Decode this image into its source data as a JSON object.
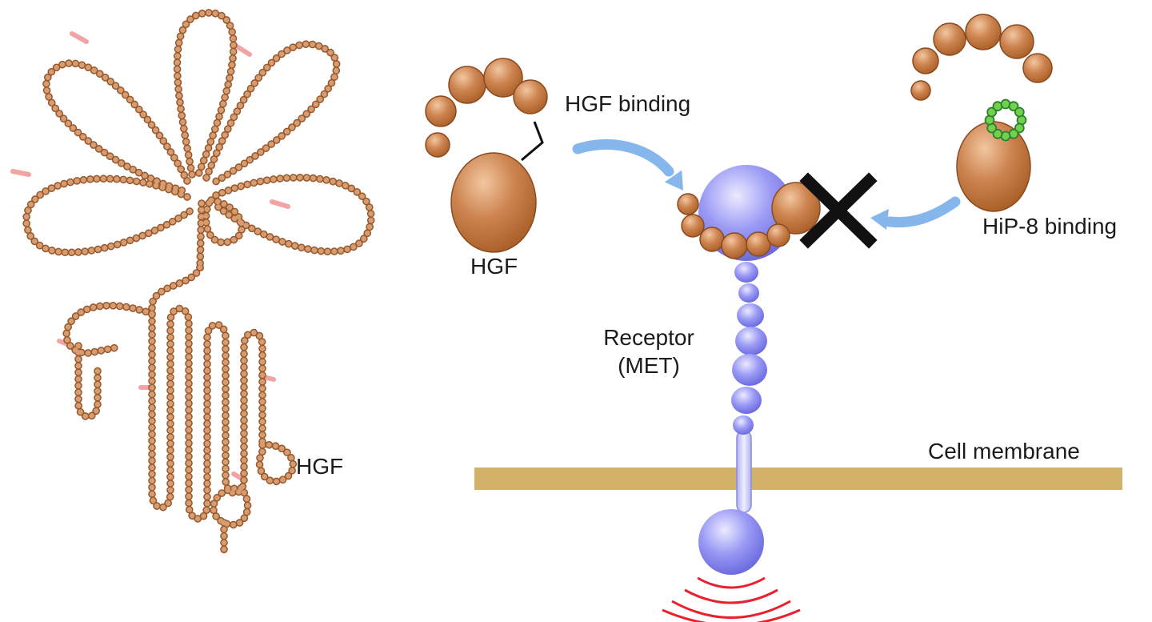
{
  "figure": {
    "labels": {
      "hgf_left": "HGF",
      "hgf_mid": "HGF",
      "hgf_binding": "HGF binding",
      "receptor_line1": "Receptor",
      "receptor_line2": "(MET)",
      "cell_membrane": "Cell membrane",
      "hip8_binding": "HiP-8 binding"
    },
    "colors": {
      "bead_outline": "#96582c",
      "bead_fill": "#d79c6f",
      "linker_pink": "#f2a3a3",
      "membrane": "#d2b169",
      "block_x": "#111111",
      "signal_red": "#e8212d",
      "arrow_blue": "#85b7ec",
      "hip8_green": "#6fd24a",
      "hip8_green_dark": "#2f7d32"
    }
  }
}
